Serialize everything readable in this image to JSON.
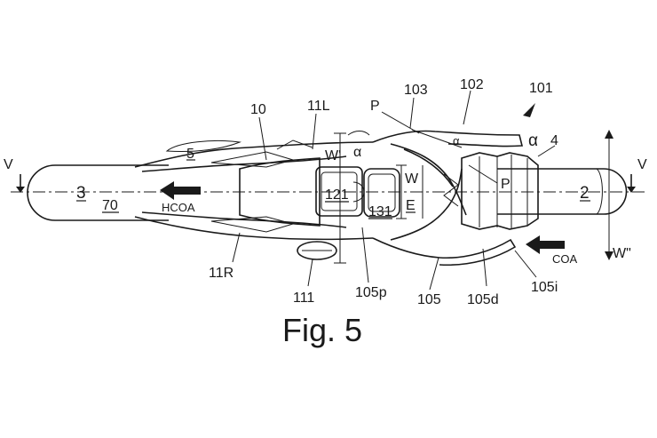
{
  "figure": {
    "caption": "Fig. 5",
    "labels": {
      "ref_101": "101",
      "ref_102": "102",
      "ref_103": "103",
      "ref_P_top": "P",
      "ref_P_lower": "P",
      "ref_alpha_small": "α",
      "ref_alpha_large": "α",
      "ref_4": "4",
      "ref_10": "10",
      "ref_11L": "11L",
      "ref_11R": "11R",
      "ref_5": "5",
      "ref_3": "3",
      "ref_70": "70",
      "ref_HCOA": "HCOA",
      "ref_COA": "COA",
      "ref_2": "2",
      "ref_V_left": "V",
      "ref_V_right": "V",
      "ref_W": "W",
      "ref_Wprime": "W'",
      "ref_Wdouble": "W\"",
      "ref_E": "E",
      "ref_121": "121",
      "ref_131": "131",
      "ref_111": "111",
      "ref_105p": "105p",
      "ref_105": "105",
      "ref_105d": "105d",
      "ref_105i": "105i"
    }
  }
}
